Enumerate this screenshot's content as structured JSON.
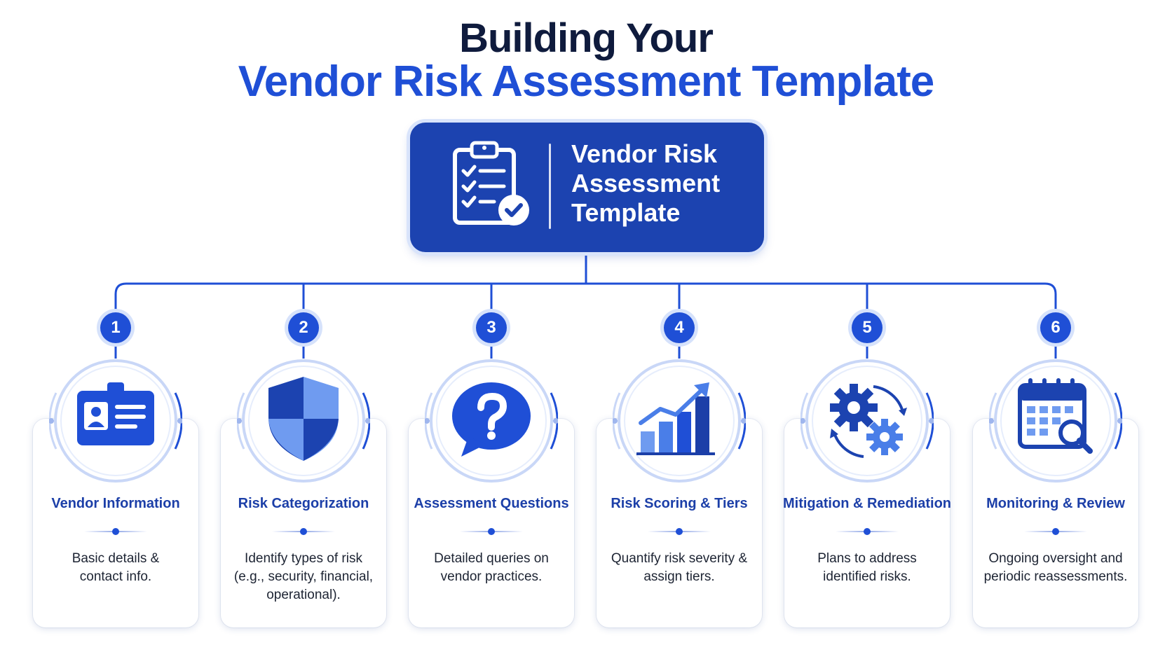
{
  "title": {
    "line1": "Building Your",
    "line2": "Vendor Risk Assessment Template"
  },
  "central": {
    "label_line1": "Vendor Risk",
    "label_line2": "Assessment",
    "label_line3": "Template",
    "icon": "clipboard-check-icon"
  },
  "colors": {
    "primary": "#1f4fd6",
    "dark_blue": "#1c43b0",
    "navy": "#0f1b3d",
    "light_blue": "#6f9bf0",
    "ring": "#c9d7f7"
  },
  "steps": [
    {
      "number": "1",
      "title": "Vendor Information",
      "desc_line1": "Basic details &",
      "desc_line2": "contact info.",
      "desc_line3": "",
      "icon": "id-badge-icon"
    },
    {
      "number": "2",
      "title": "Risk Categorization",
      "desc_line1": "Identify types of risk",
      "desc_line2": "(e.g., security, financial,",
      "desc_line3": "operational).",
      "icon": "shield-icon"
    },
    {
      "number": "3",
      "title": "Assessment Questions",
      "desc_line1": "Detailed queries on",
      "desc_line2": "vendor practices.",
      "desc_line3": "",
      "icon": "question-bubble-icon"
    },
    {
      "number": "4",
      "title": "Risk Scoring & Tiers",
      "desc_line1": "Quantify risk severity &",
      "desc_line2": "assign tiers.",
      "desc_line3": "",
      "icon": "bar-chart-growth-icon"
    },
    {
      "number": "5",
      "title": "Mitigation & Remediation",
      "desc_line1": "Plans to address",
      "desc_line2": "identified risks.",
      "desc_line3": "",
      "icon": "gears-cycle-icon"
    },
    {
      "number": "6",
      "title": "Monitoring & Review",
      "desc_line1": "Ongoing oversight and",
      "desc_line2": "periodic reassessments.",
      "desc_line3": "",
      "icon": "calendar-search-icon"
    }
  ]
}
